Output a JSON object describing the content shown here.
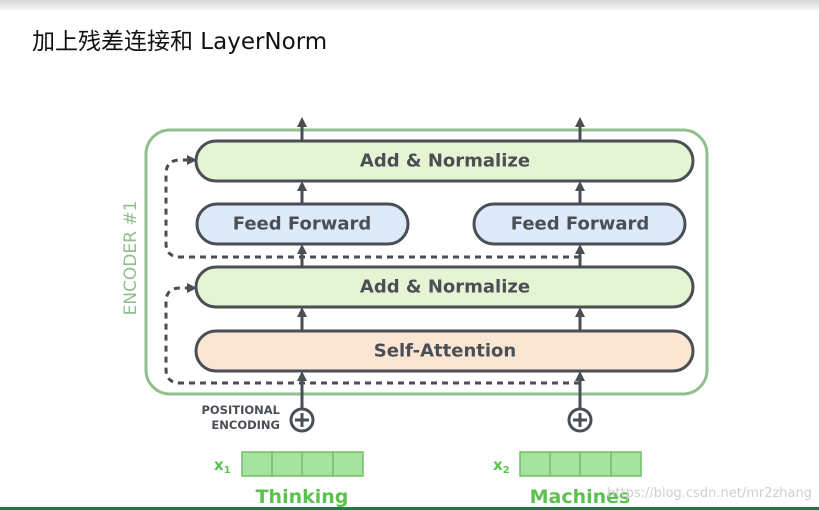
{
  "title": "加上残差连接和 LayerNorm",
  "encoder_label": "ENCODER #1",
  "blocks": {
    "add_norm_top": "Add & Normalize",
    "feed_forward_left": "Feed Forward",
    "feed_forward_right": "Feed Forward",
    "add_norm_bottom": "Add & Normalize",
    "self_attention": "Self-Attention"
  },
  "positional_encoding": [
    "POSITIONAL",
    "ENCODING"
  ],
  "inputs": [
    {
      "symbol": "x",
      "subscript": "1",
      "word": "Thinking"
    },
    {
      "symbol": "x",
      "subscript": "2",
      "word": "Machines"
    }
  ],
  "watermark": "https://blog.csdn.net/mr2zhang",
  "colors": {
    "encoder_border": "#8fbf8c",
    "add_norm_fill": "#e5f5d3",
    "feed_forward_fill": "#deeafa",
    "self_attention_fill": "#fbe5d3",
    "box_stroke": "#4a4f56",
    "input_green": "#a7e3a0",
    "word_green": "#5cc24f"
  }
}
